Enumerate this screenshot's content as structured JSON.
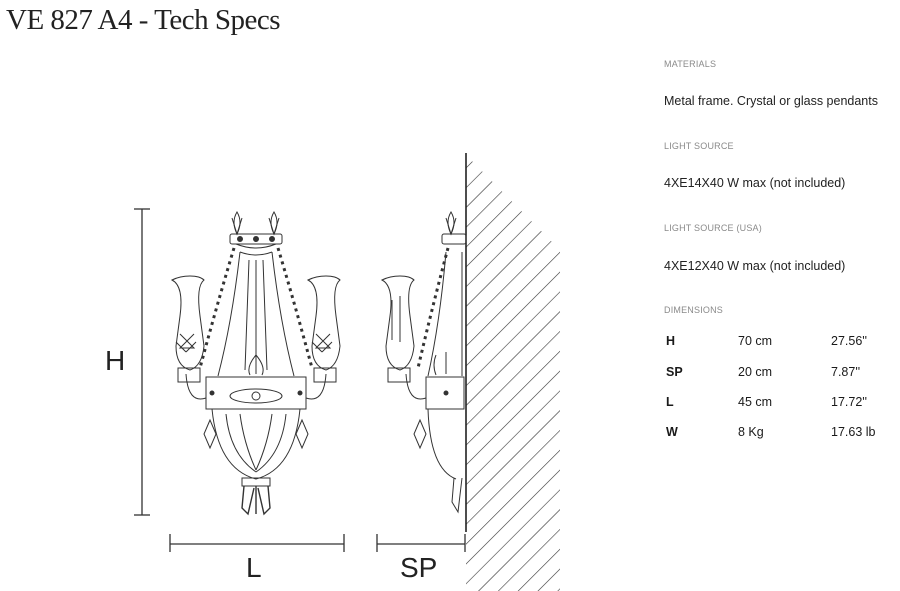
{
  "title": "VE 827 A4 - Tech Specs",
  "drawing": {
    "dimension_labels": {
      "height": "H",
      "length": "L",
      "projection": "SP"
    }
  },
  "specs": {
    "materials_label": "MATERIALS",
    "materials_value": "Metal frame. Crystal or glass pendants",
    "light_source_label": "LIGHT SOURCE",
    "light_source_value": "4XE14X40 W max (not included)",
    "light_source_usa_label": "LIGHT SOURCE (USA)",
    "light_source_usa_value": "4XE12X40 W max (not included)",
    "dimensions_label": "DIMENSIONS",
    "dimensions": [
      {
        "key": "H",
        "metric": "70 cm",
        "imperial": "27.56''"
      },
      {
        "key": "SP",
        "metric": "20 cm",
        "imperial": "7.87''"
      },
      {
        "key": "L",
        "metric": "45 cm",
        "imperial": "17.72''"
      },
      {
        "key": "W",
        "metric": "8 Kg",
        "imperial": "17.63 lb"
      }
    ]
  }
}
